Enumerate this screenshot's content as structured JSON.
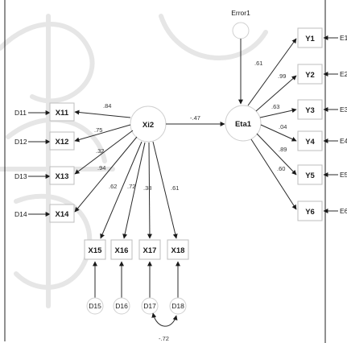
{
  "latent": {
    "xi2": "Xi2",
    "eta1": "Eta1",
    "error1": "Error1"
  },
  "x_indicators": [
    {
      "name": "X11",
      "error": "D11",
      "loading": ".84"
    },
    {
      "name": "X12",
      "error": "D12",
      "loading": ".75"
    },
    {
      "name": "X13",
      "error": "D13",
      "loading": ".32"
    },
    {
      "name": "X14",
      "error": "D14",
      "loading": ".94"
    },
    {
      "name": "X15",
      "error": "D15",
      "loading": ".62"
    },
    {
      "name": "X16",
      "error": "D16",
      "loading": ".72"
    },
    {
      "name": "X17",
      "error": "D17",
      "loading": ".38"
    },
    {
      "name": "X18",
      "error": "D18",
      "loading": ".61"
    }
  ],
  "y_indicators": [
    {
      "name": "Y1",
      "error": "E1",
      "loading": ".61"
    },
    {
      "name": "Y2",
      "error": "E2",
      "loading": ".99"
    },
    {
      "name": "Y3",
      "error": "E3",
      "loading": ".63"
    },
    {
      "name": "Y4",
      "error": "E4",
      "loading": ".04"
    },
    {
      "name": "Y5",
      "error": "E5",
      "loading": ".89"
    },
    {
      "name": "Y6",
      "error": "E6",
      "loading": ".60"
    }
  ],
  "structural_path": "-.47",
  "error_covariance": "-.72",
  "colors": {
    "line": "#2a2a2a",
    "box_stroke": "#bdbdbd",
    "watermark": "#e6e6e6"
  }
}
